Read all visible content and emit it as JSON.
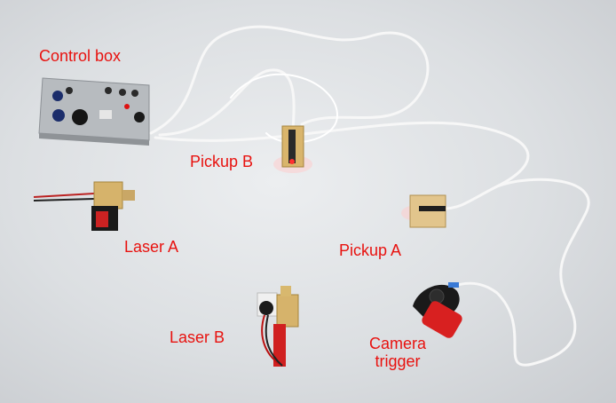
{
  "labels": {
    "control_box": "Control box",
    "pickup_b": "Pickup B",
    "laser_a": "Laser A",
    "pickup_a": "Pickup A",
    "laser_b": "Laser B",
    "camera_trigger_line1": "Camera",
    "camera_trigger_line2": "trigger"
  },
  "colors": {
    "label_text": "#e8120f",
    "background": "#dcdfe2",
    "control_box": "#b4b8bc",
    "wood": "#d8b46a",
    "cable": "#f4f4f4"
  }
}
